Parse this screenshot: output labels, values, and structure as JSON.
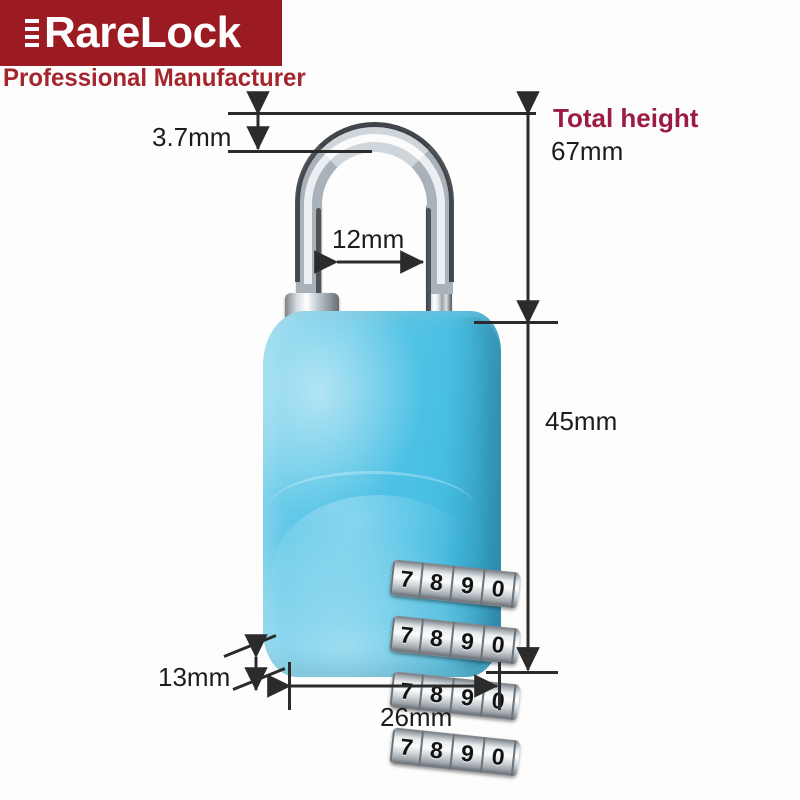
{
  "brand": {
    "name": "RareLock",
    "tagline": "Professional Manufacturer",
    "banner_color": "#9c1b23",
    "tagline_color": "#a4262c",
    "key_icon": "key-teeth-icon"
  },
  "product": {
    "type": "combination-padlock",
    "body_color": "#56c4e6",
    "shackle_finish": "chrome",
    "dial_count": 4,
    "dials": [
      {
        "digits": [
          "7",
          "8",
          "9",
          "0"
        ]
      },
      {
        "digits": [
          "7",
          "8",
          "9",
          "0"
        ]
      },
      {
        "digits": [
          "7",
          "8",
          "9",
          "0"
        ]
      },
      {
        "digits": [
          "7",
          "8",
          "9",
          "0"
        ]
      }
    ]
  },
  "dimensions": {
    "shackle_thickness": {
      "label": "3.7mm",
      "value": 3.7,
      "unit": "mm"
    },
    "shackle_clearance": {
      "label": "12mm",
      "value": 12,
      "unit": "mm"
    },
    "total_height_title": "Total height",
    "total_height": {
      "label": "67mm",
      "value": 67,
      "unit": "mm"
    },
    "body_height": {
      "label": "45mm",
      "value": 45,
      "unit": "mm"
    },
    "body_thickness": {
      "label": "13mm",
      "value": 13,
      "unit": "mm"
    },
    "body_width": {
      "label": "26mm",
      "value": 26,
      "unit": "mm"
    }
  },
  "colors": {
    "annotation_line": "#2b2b2b",
    "annotation_text": "#1c1c1c",
    "accent_text": "#9b1c42"
  }
}
